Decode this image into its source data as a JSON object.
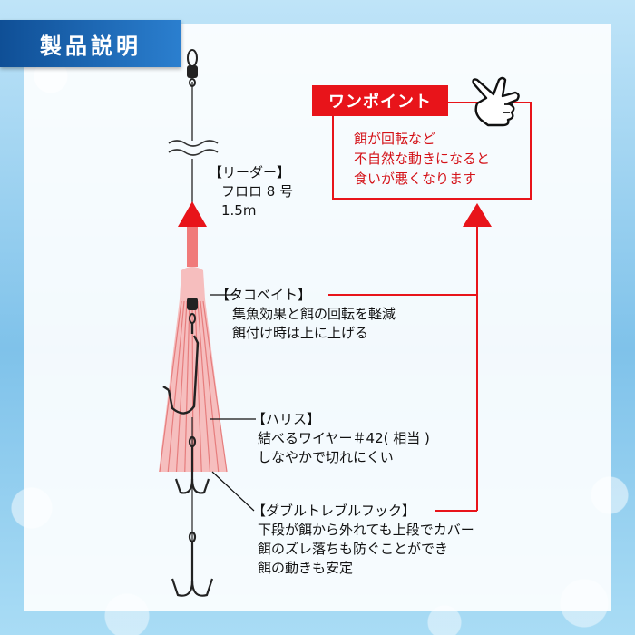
{
  "header": {
    "title": "製品説明"
  },
  "one_point": {
    "title": "ワンポイント",
    "lines": [
      "餌が回転など",
      "不自然な動きになると",
      "食いが悪くなります"
    ]
  },
  "parts": {
    "leader": {
      "heading": "【リーダー】",
      "lines": [
        "フロロ 8 号",
        "1.5m"
      ]
    },
    "tako_bait": {
      "heading": "【タコベイト】",
      "lines": [
        "集魚効果と餌の回転を軽減",
        "餌付け時は上に上げる"
      ]
    },
    "harisu": {
      "heading": "【ハリス】",
      "lines": [
        "結べるワイヤー＃42( 相当 )",
        "しなやかで切れにくい"
      ]
    },
    "double_treble": {
      "heading": "【ダブルトレブルフック】",
      "lines": [
        "下段が餌から外れても上段でカバー",
        "餌のズレ落ちも防ぐことができ",
        "餌の動きも安定"
      ]
    }
  },
  "colors": {
    "accent_red": "#e8141a",
    "badge_blue": "#1a5fae",
    "skirt_pink": "#f4a3a3"
  },
  "icons": [
    "pointing-hand-icon",
    "swivel-icon",
    "hook-icon",
    "treble-hook-icon",
    "up-arrow-icon"
  ]
}
